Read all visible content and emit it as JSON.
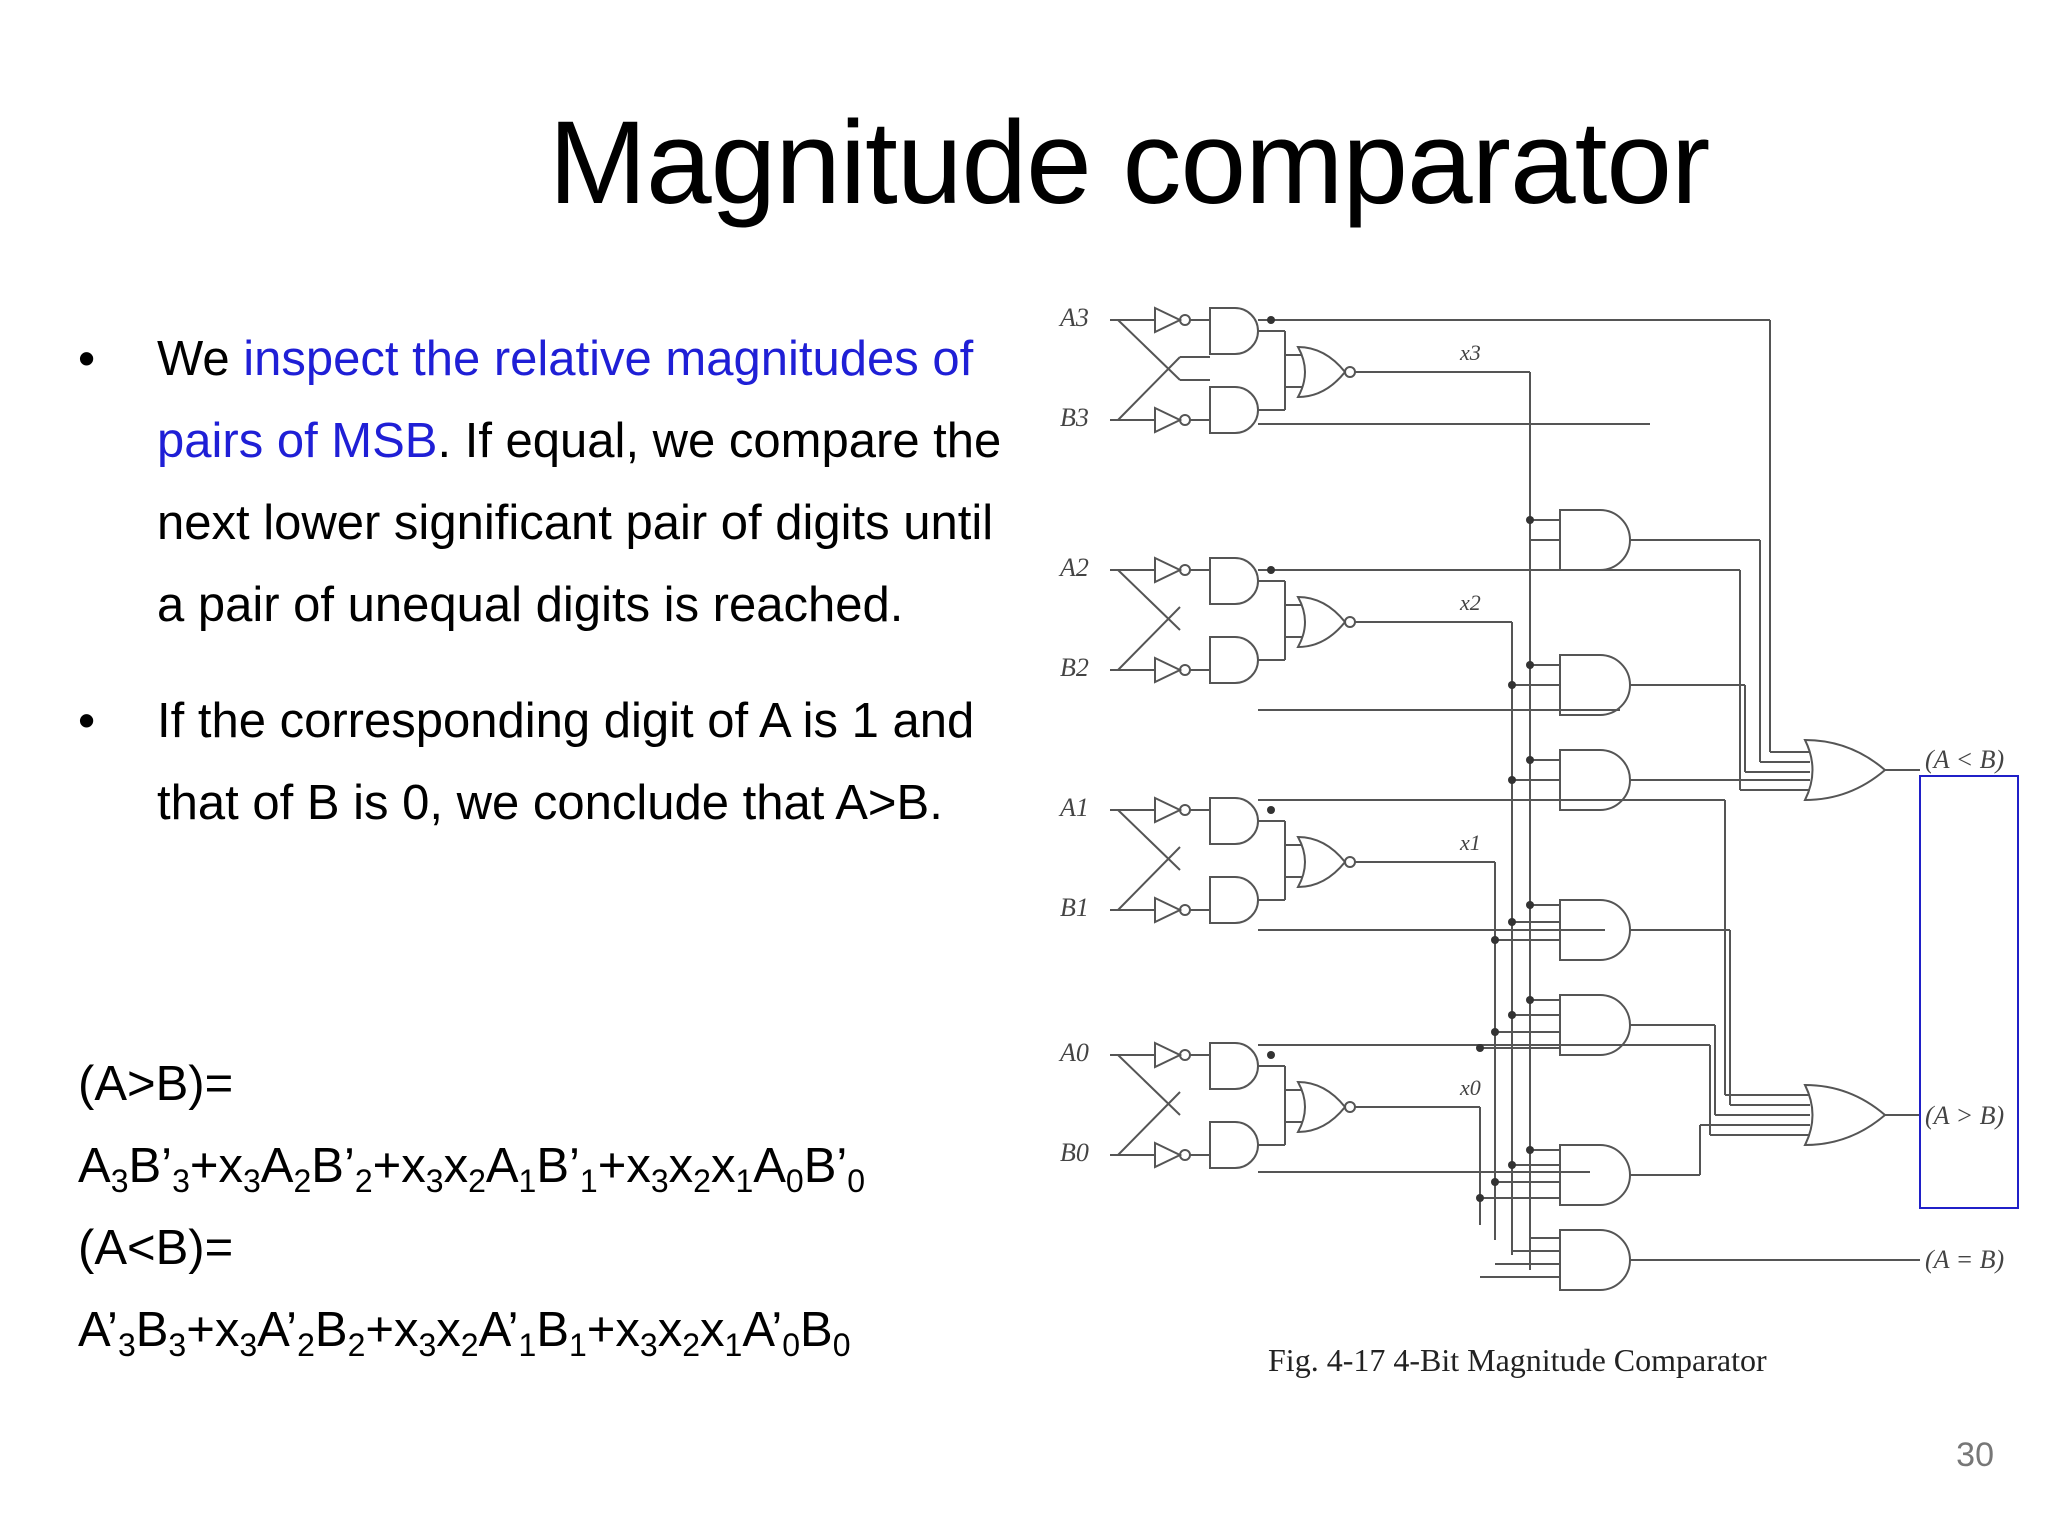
{
  "slide": {
    "title": "Magnitude comparator",
    "page_number": "30"
  },
  "bullets": [
    {
      "marker": "•",
      "pre": "We ",
      "highlight": "inspect the relative magnitudes of pairs of MSB",
      "post": ". If equal, we compare the next lower significant pair of digits until a pair of unequal digits is reached."
    },
    {
      "marker": "•",
      "text": "If the corresponding digit of A is 1 and that of B is 0, we conclude that A>B."
    }
  ],
  "formulas": {
    "gt_label": "(A>B)=",
    "lt_label": "(A<B)="
  },
  "figure": {
    "caption": "Fig. 4-17  4-Bit Magnitude Comparator",
    "inputs": [
      "A3",
      "B3",
      "A2",
      "B2",
      "A1",
      "B1",
      "A0",
      "B0"
    ],
    "internal": [
      "x3",
      "x2",
      "x1",
      "x0"
    ],
    "outputs": [
      "(A < B)",
      "(A > B)",
      "(A = B)"
    ],
    "highlight_box_color": "#2020c8"
  },
  "colors": {
    "highlight_text": "#1f1fd6",
    "wire": "#555555"
  }
}
